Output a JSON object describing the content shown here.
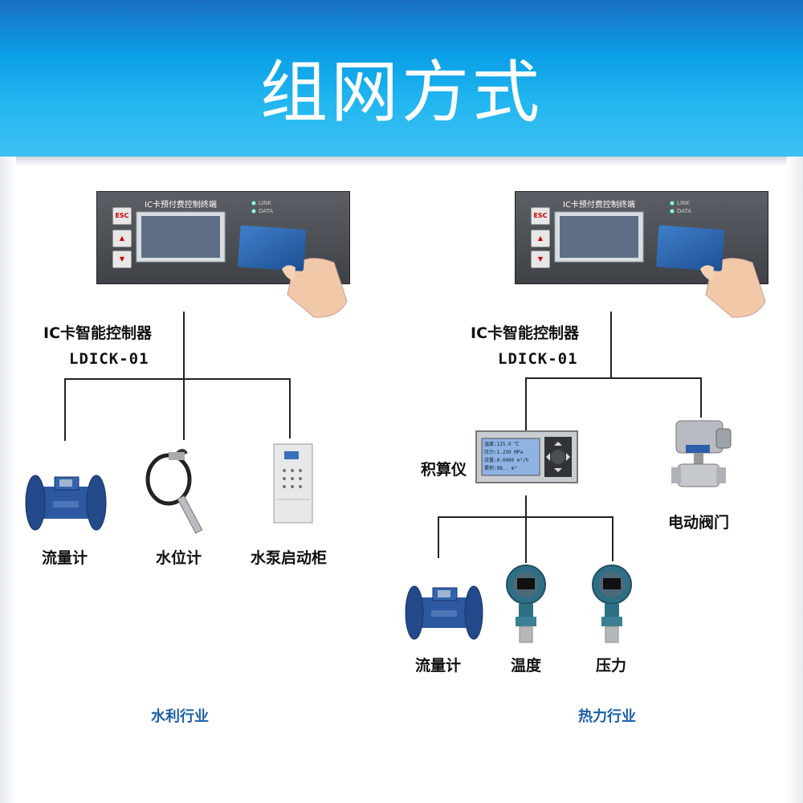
{
  "header": {
    "title": "组网方式"
  },
  "left": {
    "controller": {
      "panel_title": "IC卡预付费控制终端",
      "esc_label": "ESC",
      "led_link": "LINK",
      "led_data": "DATA",
      "name": "IC卡智能控制器",
      "model": "LDICK-01"
    },
    "devices": {
      "flowmeter": "流量计",
      "level_meter": "水位计",
      "pump_cabinet": "水泵启动柜"
    },
    "industry": "水利行业"
  },
  "right": {
    "controller": {
      "panel_title": "IC卡预付费控制终端",
      "esc_label": "ESC",
      "led_link": "LINK",
      "led_data": "DATA",
      "name": "IC卡智能控制器",
      "model": "LDICK-01"
    },
    "integrator": {
      "name": "积算仪",
      "screen_lines": [
        "温度:125.0 ℃",
        "压力:1.250 MPa",
        "流量:0.0000 m³/h",
        "累积:98.. m³"
      ]
    },
    "devices": {
      "electric_valve": "电动阀门",
      "flowmeter": "流量计",
      "temperature": "温度",
      "pressure": "压力"
    },
    "industry": "热力行业"
  },
  "colors": {
    "banner_top": "#1b6fc4",
    "banner_bottom": "#3ec0f2",
    "industry_text": "#1a5fa8",
    "device_blue": "#2c58a0"
  }
}
